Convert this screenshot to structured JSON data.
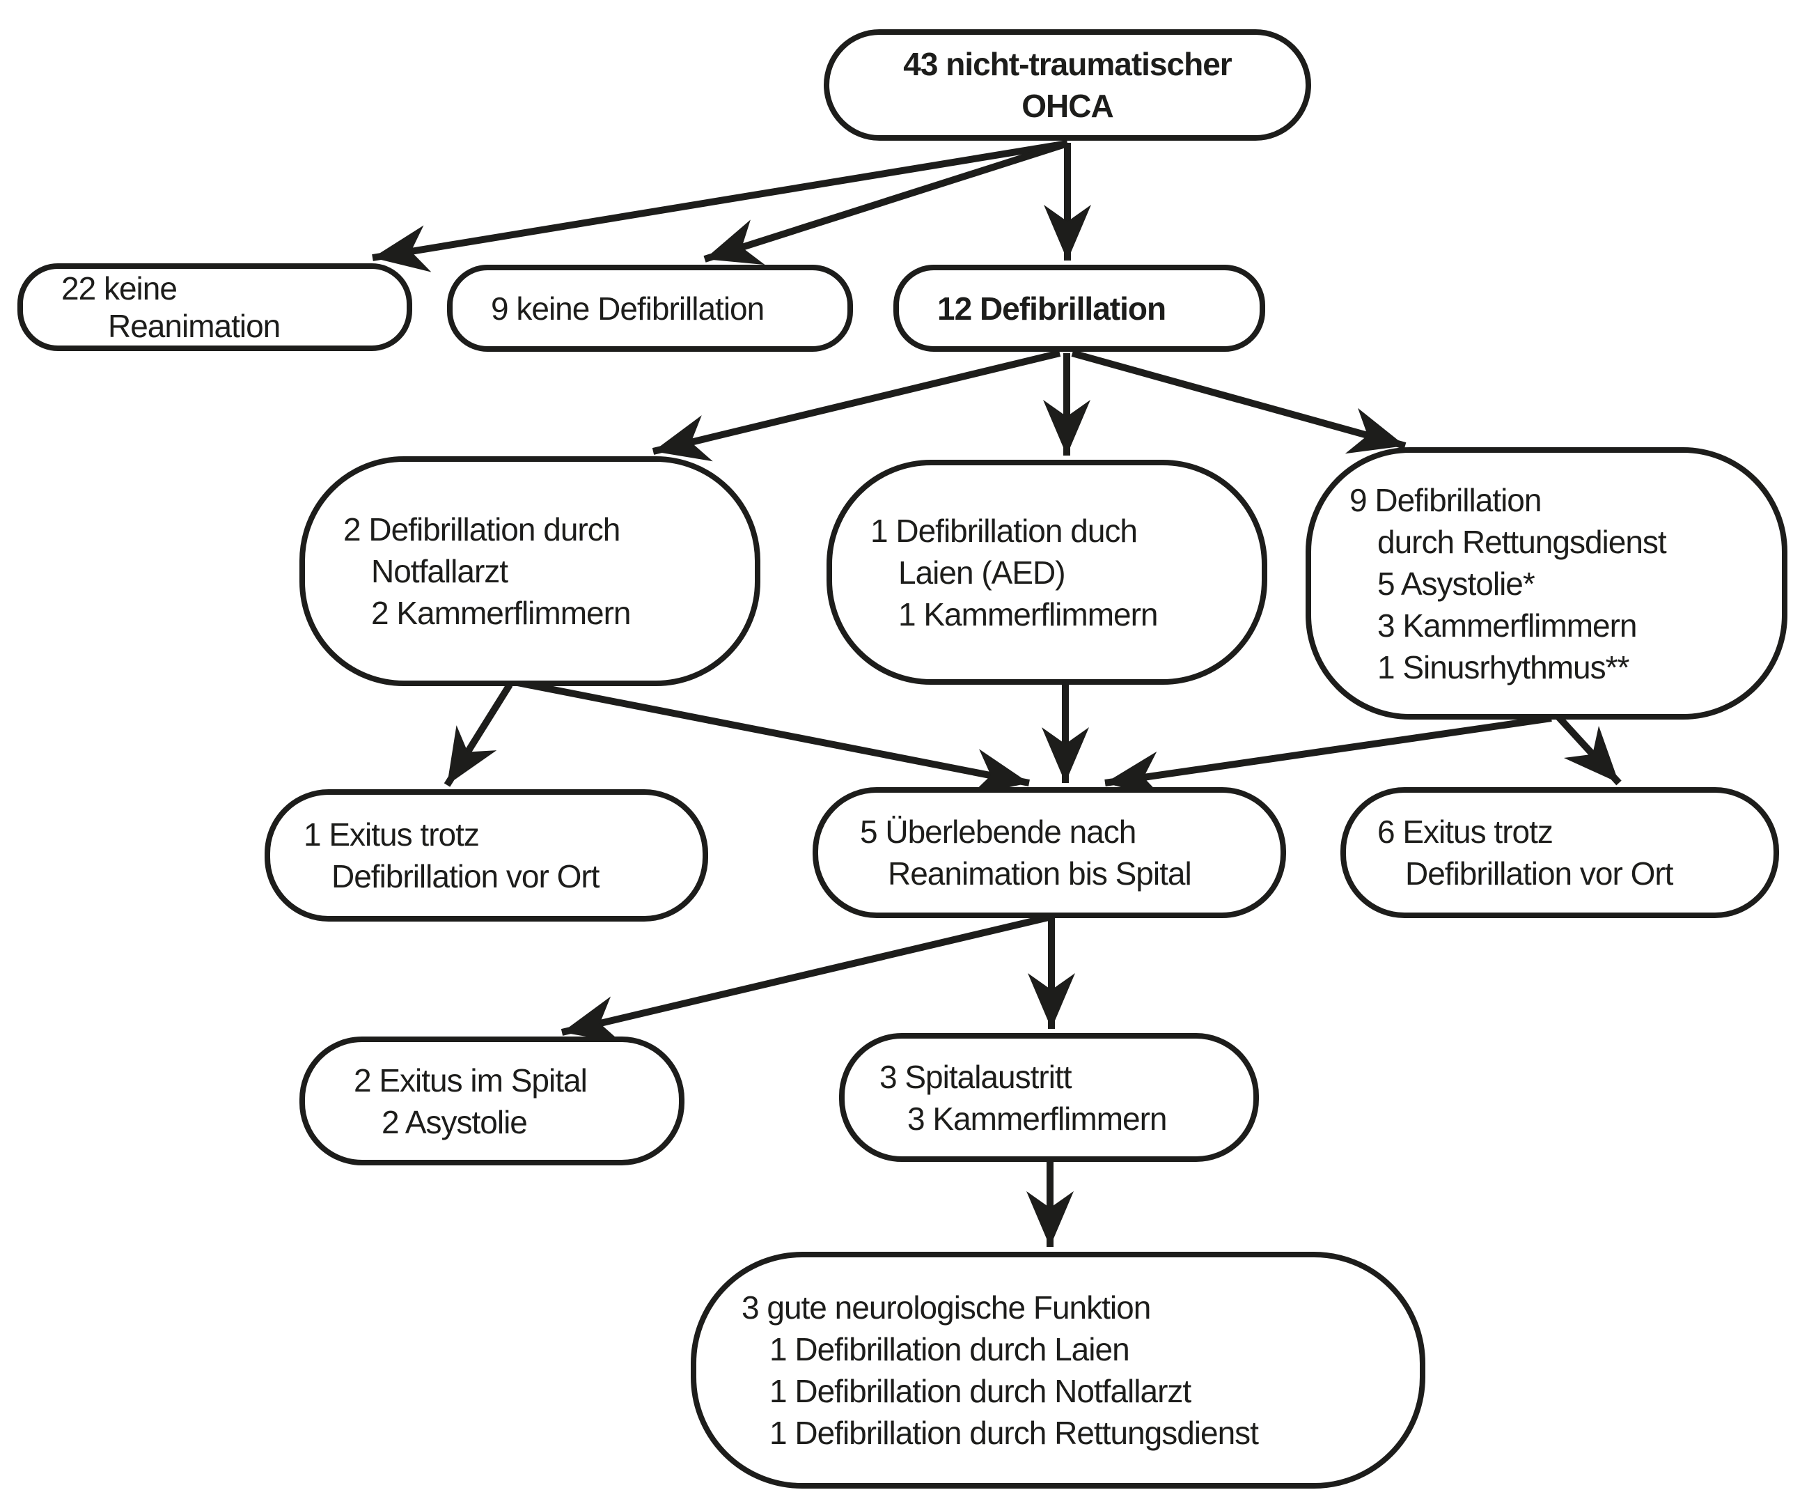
{
  "diagram": {
    "colors": {
      "ink": "#1d1d1b",
      "background": "#ffffff"
    },
    "nodes": {
      "ohca": {
        "lines": [
          "43 nicht-traumatischer",
          "OHCA"
        ]
      },
      "keine_reanimation": {
        "lines": [
          "22 keine",
          "Reanimation"
        ]
      },
      "keine_defibrillation": {
        "lines": [
          "9 keine Defibrillation"
        ]
      },
      "defibrillation": {
        "lines": [
          "12 Defibrillation"
        ]
      },
      "defi_notfallarzt": {
        "lines": [
          "2 Defibrillation durch",
          "Notfallarzt",
          "2 Kammerflimmern"
        ]
      },
      "defi_laien": {
        "lines": [
          "1 Defibrillation duch",
          "Laien (AED)",
          "1 Kammerflimmern"
        ]
      },
      "defi_rettungsdienst": {
        "lines": [
          "9 Defibrillation",
          "durch Rettungsdienst",
          "5 Asystolie*",
          "3 Kammerflimmern",
          "1 Sinusrhythmus**"
        ]
      },
      "exitus_vor_ort_links": {
        "lines": [
          "1 Exitus trotz",
          "Defibrillation vor Ort"
        ]
      },
      "ueberlebende": {
        "lines": [
          "5 Überlebende nach",
          "Reanimation bis Spital"
        ]
      },
      "exitus_vor_ort_rechts": {
        "lines": [
          "6 Exitus trotz",
          "Defibrillation vor Ort"
        ]
      },
      "exitus_im_spital": {
        "lines": [
          "2 Exitus im Spital",
          "2 Asystolie"
        ]
      },
      "spitalaustritt": {
        "lines": [
          "3 Spitalaustritt",
          "3 Kammerflimmern"
        ]
      },
      "neurologische_funktion": {
        "lines": [
          "3 gute neurologische Funktion",
          "1 Defibrillation durch Laien",
          "1 Defibrillation durch Notfallarzt",
          "1 Defibrillation durch Rettungsdienst"
        ]
      }
    },
    "edges": [
      {
        "from": "ohca",
        "to": "keine_reanimation"
      },
      {
        "from": "ohca",
        "to": "keine_defibrillation"
      },
      {
        "from": "ohca",
        "to": "defibrillation"
      },
      {
        "from": "defibrillation",
        "to": "defi_notfallarzt"
      },
      {
        "from": "defibrillation",
        "to": "defi_laien"
      },
      {
        "from": "defibrillation",
        "to": "defi_rettungsdienst"
      },
      {
        "from": "defi_notfallarzt",
        "to": "exitus_vor_ort_links"
      },
      {
        "from": "defi_notfallarzt",
        "to": "ueberlebende"
      },
      {
        "from": "defi_laien",
        "to": "ueberlebende"
      },
      {
        "from": "defi_rettungsdienst",
        "to": "ueberlebende"
      },
      {
        "from": "defi_rettungsdienst",
        "to": "exitus_vor_ort_rechts"
      },
      {
        "from": "ueberlebende",
        "to": "exitus_im_spital"
      },
      {
        "from": "ueberlebende",
        "to": "spitalaustritt"
      },
      {
        "from": "spitalaustritt",
        "to": "neurologische_funktion"
      }
    ]
  }
}
